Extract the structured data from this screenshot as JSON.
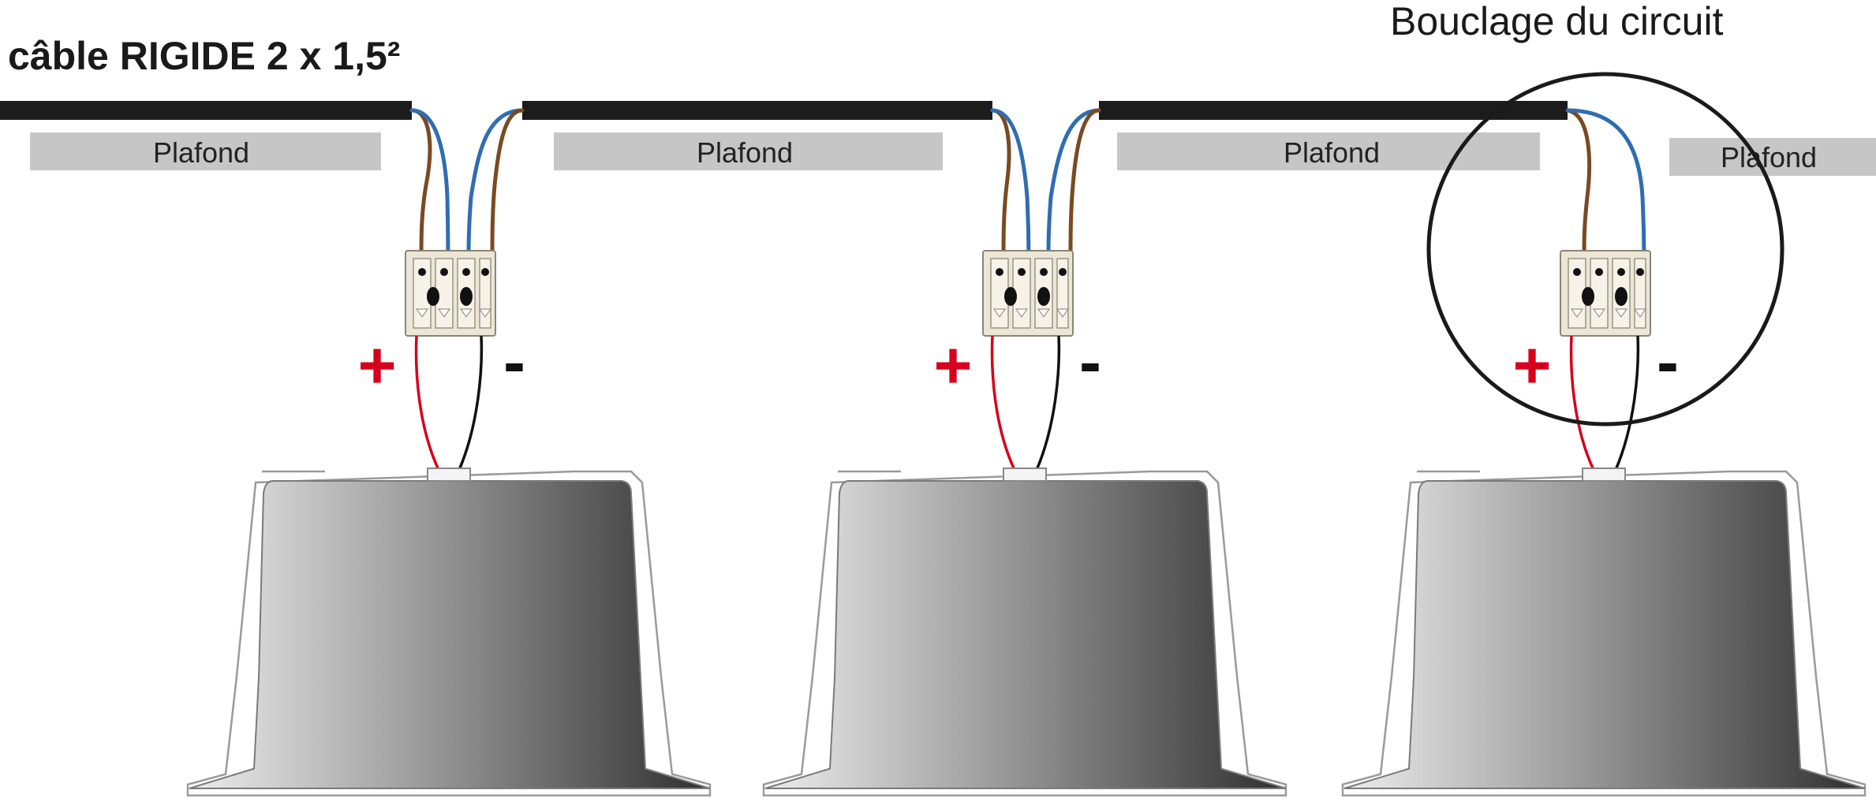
{
  "cable_title": "câble RIGIDE 2 x 1,5²",
  "loop_title": "Bouclage du circuit",
  "ceiling_labels": [
    "Plafond",
    "Plafond",
    "Plafond",
    "Plafond"
  ],
  "polarity": {
    "plus": "+",
    "minus": "-"
  },
  "colors": {
    "cable": "#1c1c1c",
    "ceiling": "#c6c6c6",
    "wire_blue": "#2f6db3",
    "wire_brown": "#7a4a22",
    "wire_red": "#d6001c",
    "wire_black": "#111111",
    "connector": "#ece6d6"
  }
}
